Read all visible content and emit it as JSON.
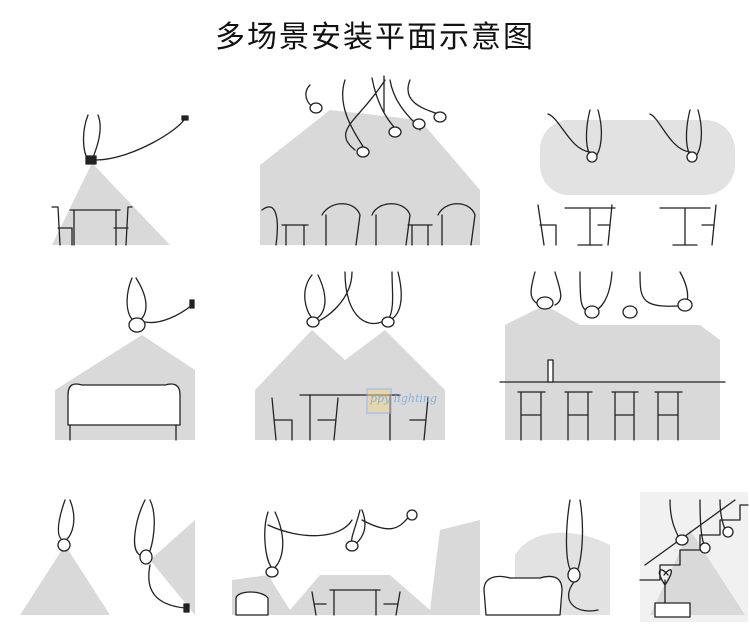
{
  "title": "多场景安装平面示意图",
  "colors": {
    "beam": "#d9d9d9",
    "line": "#222222"
  },
  "panels": [
    {
      "name": "panel-table-single"
    },
    {
      "name": "panel-armchairs-cluster"
    },
    {
      "name": "panel-cafe-two-tables"
    },
    {
      "name": "panel-sofa-wall"
    },
    {
      "name": "panel-dining-double"
    },
    {
      "name": "panel-bar-counter"
    },
    {
      "name": "panel-wall-hook"
    },
    {
      "name": "panel-living-swag"
    },
    {
      "name": "panel-armchair-tall"
    },
    {
      "name": "panel-staircase"
    }
  ],
  "watermark": {
    "text": "ppy lighting"
  }
}
